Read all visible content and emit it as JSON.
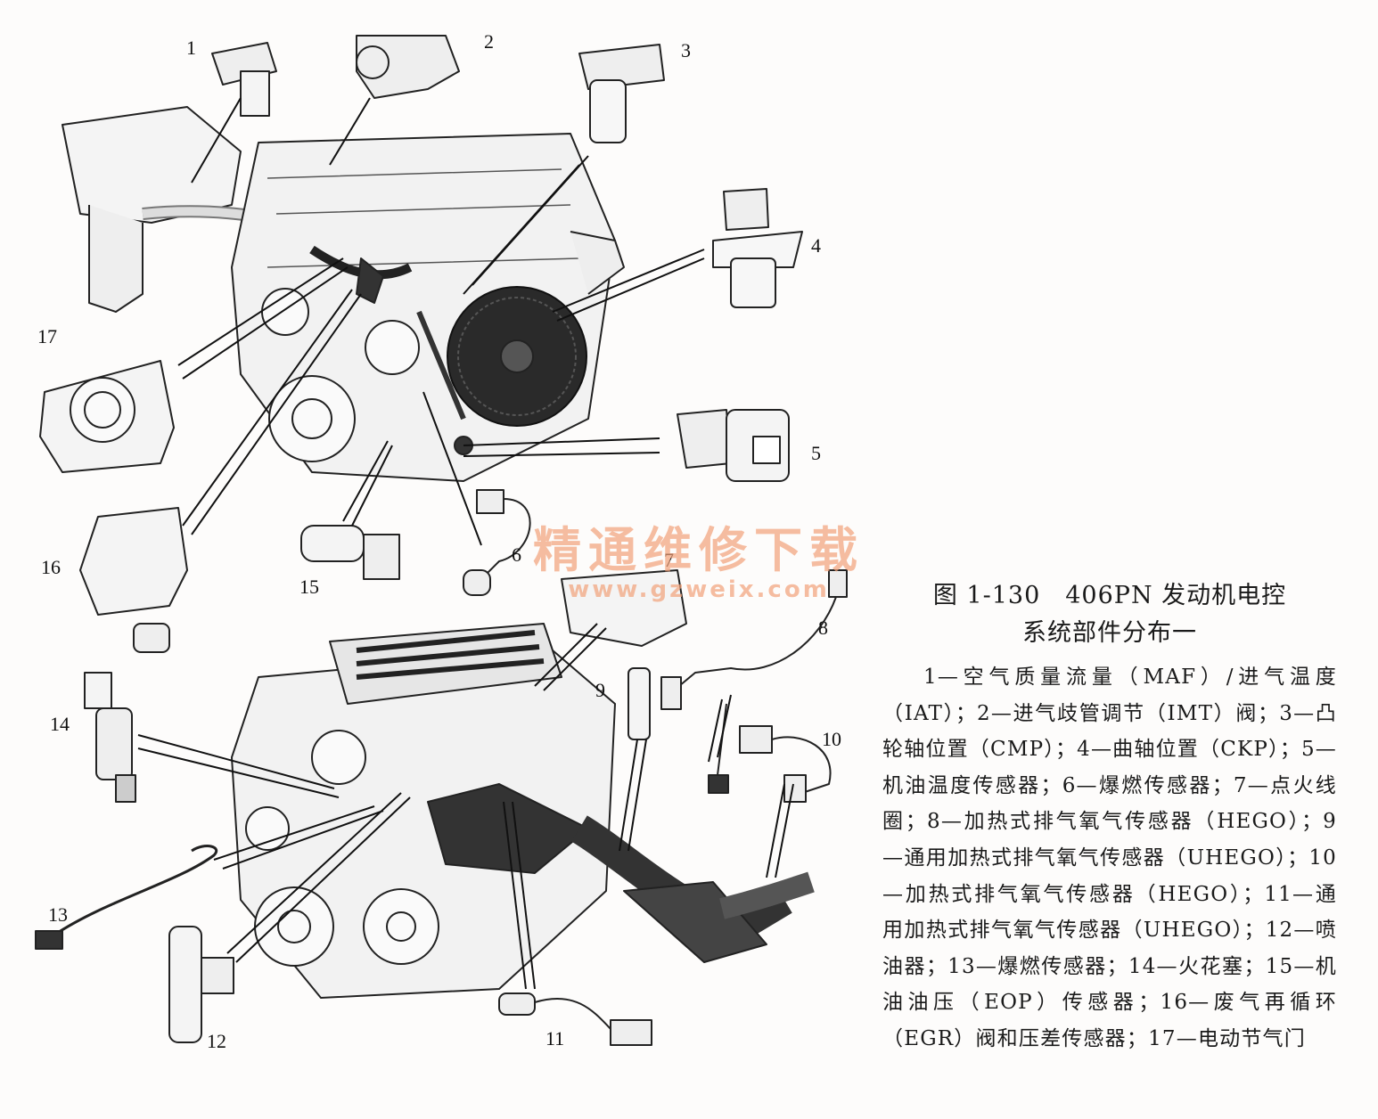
{
  "figure": {
    "title_line1": "图 1-130　406PN 发动机电控",
    "title_line2": "系统部件分布一",
    "legend_text": "1—空气质量流量（MAF）/进气温度（IAT）；2—进气歧管调节（IMT）阀；3—凸轮轴位置（CMP）；4—曲轴位置（CKP）；5—机油温度传感器；6—爆燃传感器；7—点火线圈；8—加热式排气氧气传感器（HEGO）；9—通用加热式排气氧气传感器（UHEGO）；10—加热式排气氧气传感器（HEGO）；11—通用加热式排气氧气传感器（UHEGO）；12—喷油器；13—爆燃传感器；14—火花塞；15—机油油压（EOP）传感器；16—废气再循环（EGR）阀和压差传感器；17—电动节气门"
  },
  "callouts": [
    "1",
    "2",
    "3",
    "4",
    "5",
    "6",
    "7",
    "8",
    "9",
    "10",
    "11",
    "12",
    "13",
    "14",
    "15",
    "16",
    "17"
  ],
  "watermark": {
    "title": "精通维修下载",
    "url": "www.gzweix.com"
  }
}
